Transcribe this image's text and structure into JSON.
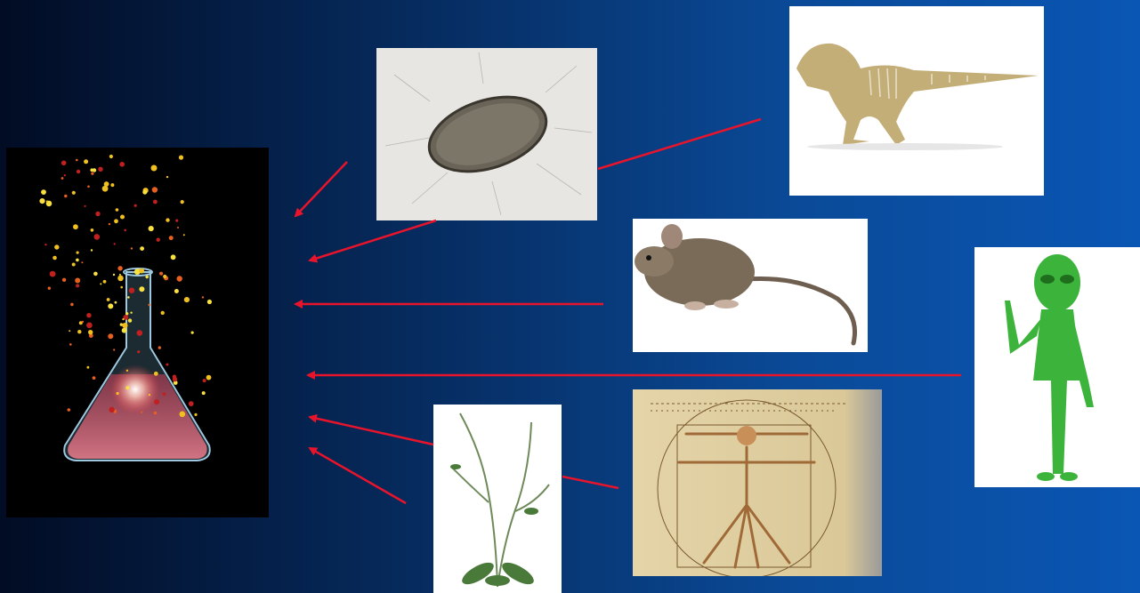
{
  "slide": {
    "background_colors": [
      "#020c24",
      "#0a56b4"
    ],
    "arrow_color": "#e8142c"
  },
  "images": [
    {
      "name": "flask",
      "icon": "erlenmeyer-flask-with-sparks"
    },
    {
      "name": "bacterium",
      "icon": "rod-bacterium-micrograph"
    },
    {
      "name": "dinosaur",
      "icon": "t-rex-skeleton"
    },
    {
      "name": "mouse",
      "icon": "mouse"
    },
    {
      "name": "alien",
      "icon": "green-alien"
    },
    {
      "name": "plant",
      "icon": "arabidopsis-plant"
    },
    {
      "name": "vitruvian",
      "icon": "vitruvian-man-drawing"
    }
  ]
}
